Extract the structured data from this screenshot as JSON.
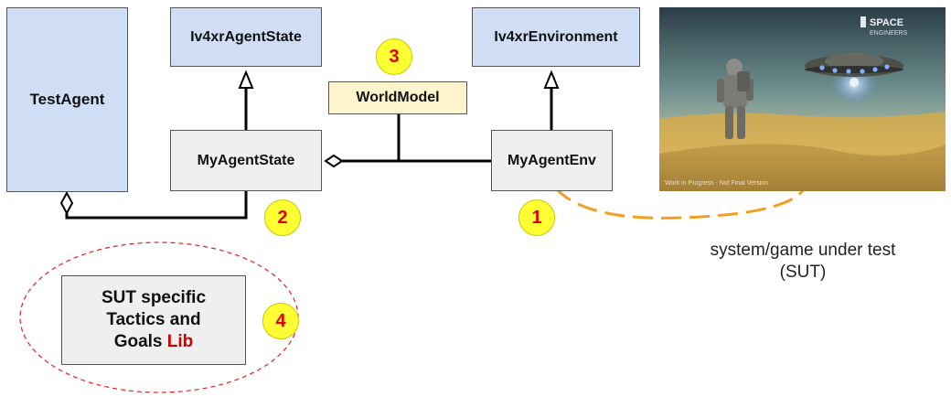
{
  "boxes": {
    "test_agent": "TestAgent",
    "agent_state_iface": "Iv4xrAgentState",
    "environment_iface": "Iv4xrEnvironment",
    "world_model": "WorldModel",
    "my_agent_state": "MyAgentState",
    "my_agent_env": "MyAgentEnv",
    "tactics_lib": {
      "line1": "SUT specific",
      "line2": "Tactics and",
      "line3_prefix": "Goals",
      "line3_highlight": "Lib"
    }
  },
  "badges": {
    "b1": "1",
    "b2": "2",
    "b3": "3",
    "b4": "4"
  },
  "sut": {
    "caption_line1": "system/game under test",
    "caption_line2": "(SUT)",
    "logo_line1": "SPACE",
    "logo_line2": "ENGINEERS",
    "footer_text": "Work in Progress - Not Final Version"
  },
  "colors": {
    "interface_box": "#cfdef4",
    "class_box": "#efefef",
    "worldmodel_box": "#fff5cc",
    "badge_fill": "#ffff33",
    "badge_text": "#e00000",
    "dashed_orange": "#f0a020",
    "dashed_red": "#e02020"
  }
}
